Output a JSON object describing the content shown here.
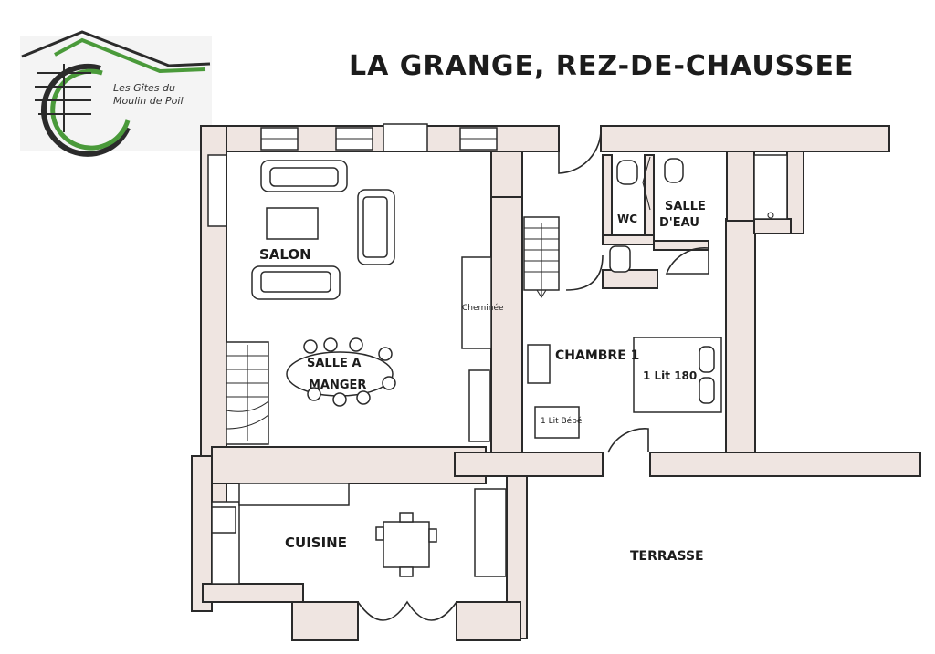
{
  "title": "LA GRANGE, REZ-DE-CHAUSSEE",
  "logo": {
    "line1": "Les Gîtes du",
    "line2": "Moulin de Poil"
  },
  "rooms": {
    "salon": "SALON",
    "salle_a_manger_1": "SALLE A",
    "salle_a_manger_2": "MANGER",
    "cheminee": "Cheminée",
    "wc": "WC",
    "salle_eau_1": "SALLE",
    "salle_eau_2": "D'EAU",
    "chambre": "CHAMBRE 1",
    "lit": "1 Lit 180",
    "lit_bebe": "1 Lit Bébé",
    "cuisine": "CUISINE",
    "terrasse": "TERRASSE"
  },
  "colors": {
    "wall_fill": "#efe5e1",
    "logo_green": "#4a9a3a",
    "ink": "#2a2a2a"
  }
}
